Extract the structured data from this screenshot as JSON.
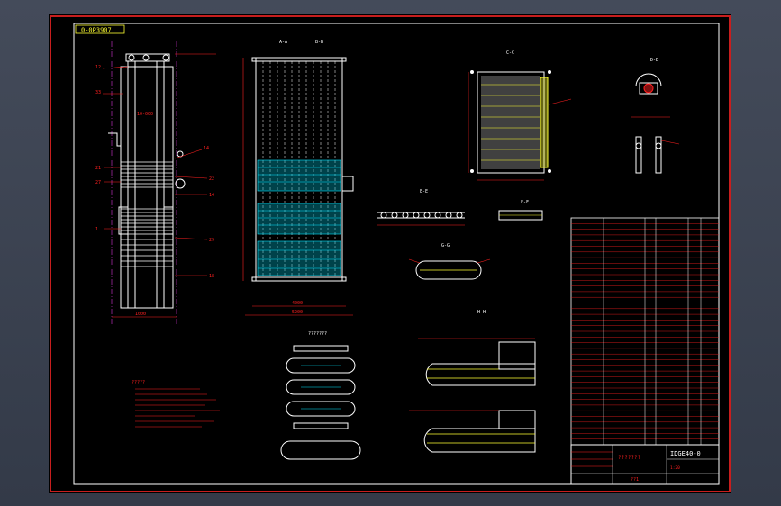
{
  "drawing": {
    "tag_label": "0-0P3907",
    "view_labels": {
      "aa": "A-A",
      "bb": "B-B",
      "cc": "C-C",
      "dd": "D-D",
      "ee": "E-E",
      "ff": "F-F",
      "gg": "G-G",
      "hh": "H-H"
    },
    "dim_labels": {
      "left_width": "1000",
      "mid_width_1": "4000",
      "mid_width_2": "5200"
    },
    "notes_title": "?????",
    "title_block": {
      "drawing_no": "IDGE40-0",
      "title": "???????",
      "scale": "1:20",
      "sheet": "??1"
    }
  },
  "colors": {
    "frame": "#c81e1e",
    "sheet_border": "#ffffff",
    "red": "#ff2020",
    "cyan": "#00e5ff",
    "yellow": "#ffff33",
    "white": "#ffffff",
    "magenta": "#ff40ff"
  }
}
